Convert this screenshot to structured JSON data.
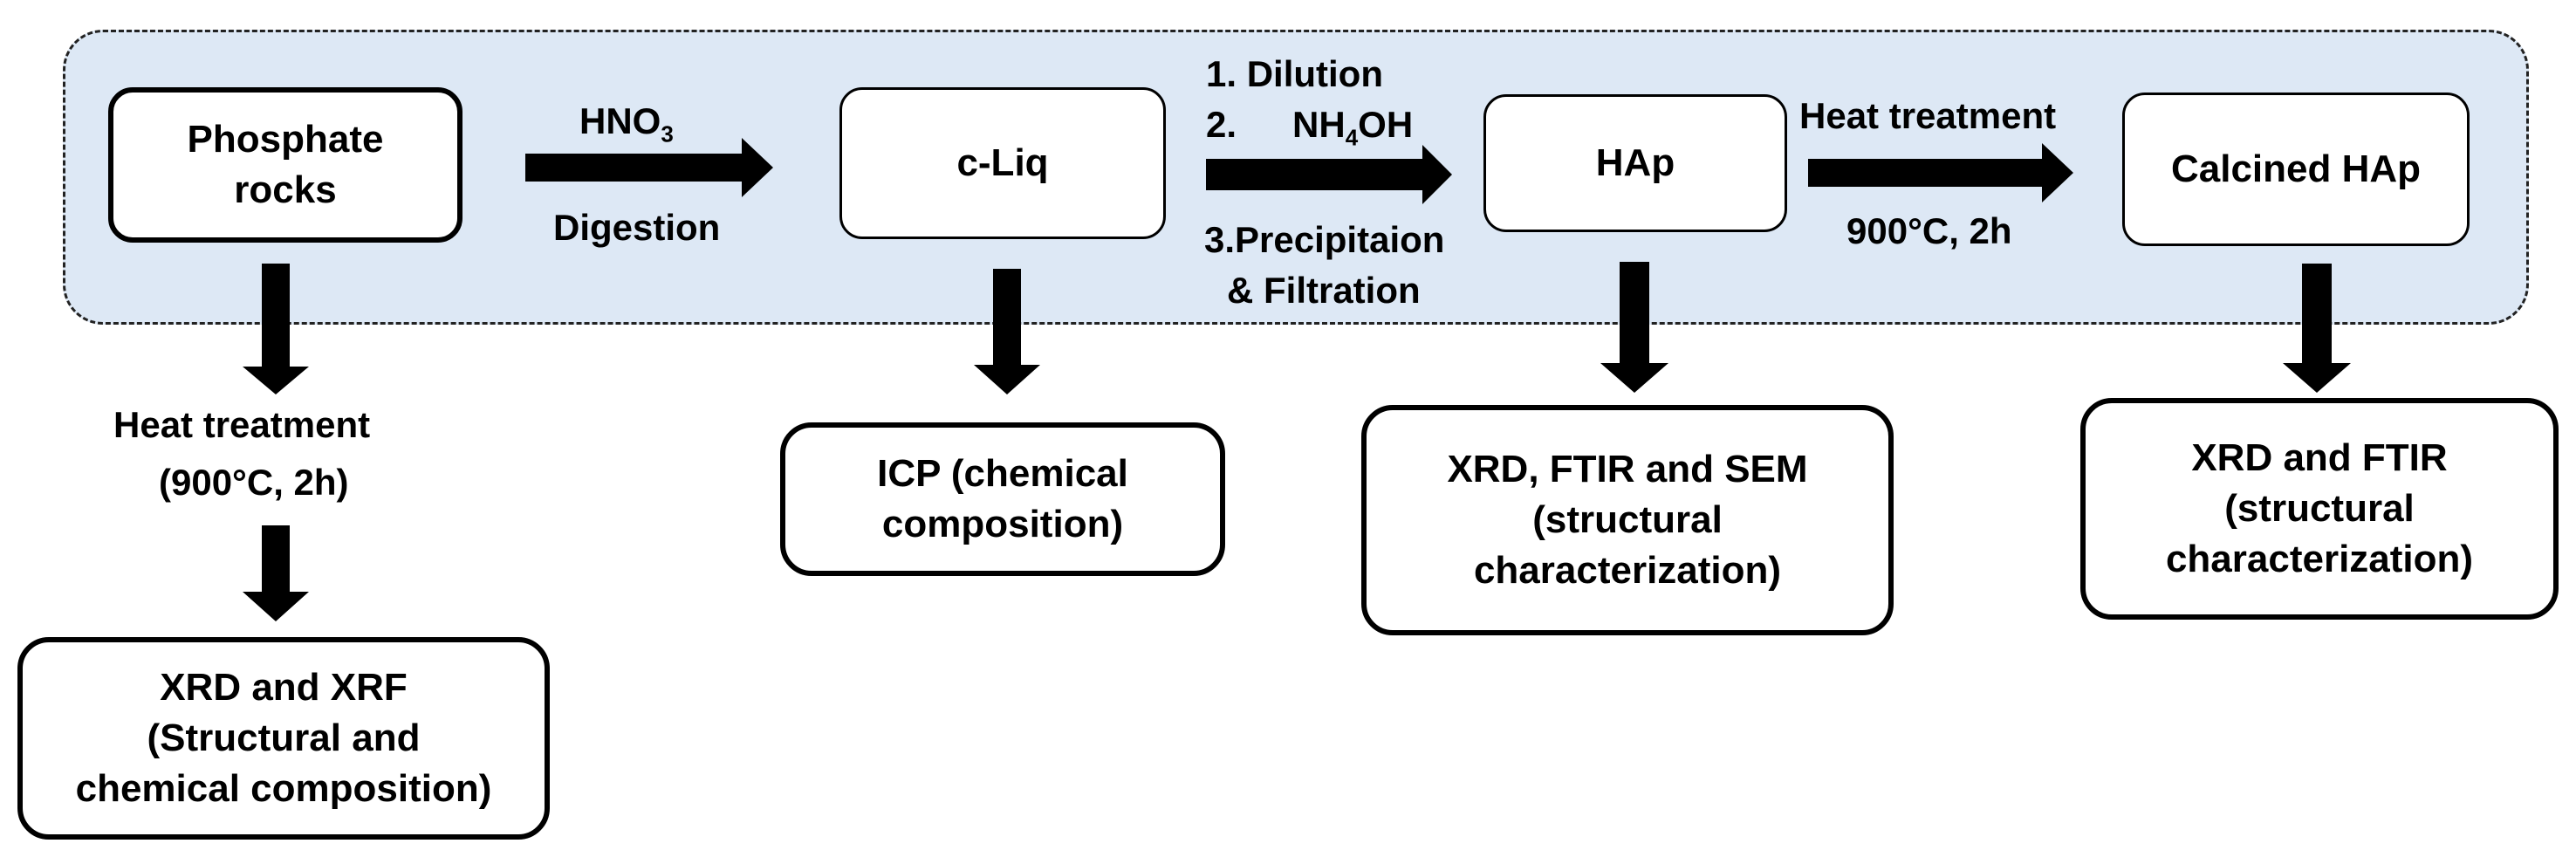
{
  "nodes": {
    "phosphate_rocks": [
      "Phosphate",
      "rocks"
    ],
    "c_liq": "c-Liq",
    "hap": "HAp",
    "calcined_hap": "Calcined HAp",
    "xrd_xrf": [
      "XRD and XRF",
      "(Structural and",
      "chemical composition)"
    ],
    "icp": [
      "ICP (chemical",
      "composition)"
    ],
    "xrd_ftir_sem": [
      "XRD, FTIR and SEM",
      "(structural",
      "characterization)"
    ],
    "xrd_ftir": [
      "XRD and FTIR",
      "(structural",
      "characterization)"
    ]
  },
  "edge_labels": {
    "hno3_base": "HNO",
    "hno3_sub": "3",
    "digestion": "Digestion",
    "step1": "1.    Dilution",
    "step2_prefix": "2.",
    "step2_base": "NH",
    "step2_sub": "4",
    "step2_suffix": "OH",
    "step3": "3.Precipitaion",
    "step3b": "& Filtration",
    "heat_treatment_top": "Heat treatment",
    "temp_top": "900°C, 2h",
    "heat_treatment_left": "Heat treatment",
    "temp_left": "(900°C, 2h)"
  }
}
